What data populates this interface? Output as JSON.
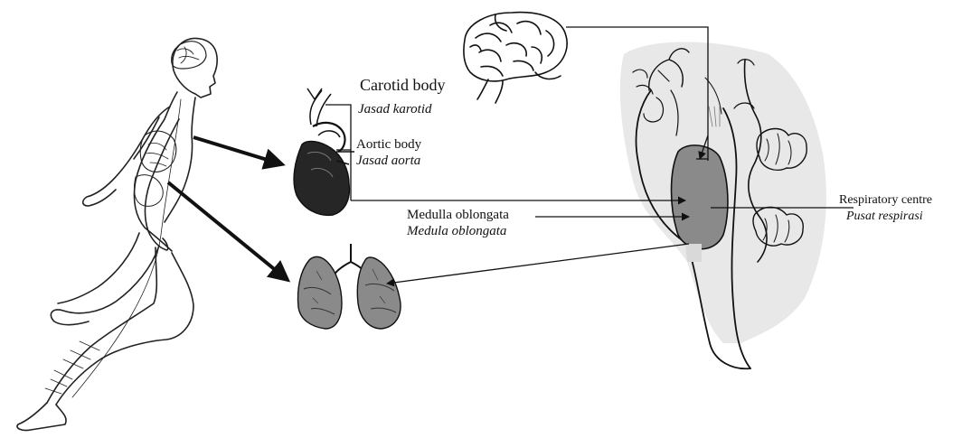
{
  "labels": {
    "carotid_body": "Carotid body",
    "carotid_body_malay": "Jasad karotid",
    "aortic_body": "Aortic body",
    "aortic_body_malay": "Jasad aorta",
    "medulla": "Medulla oblongata",
    "medulla_malay": "Medula oblongata",
    "respiratory_centre": "Respiratory centre",
    "respiratory_centre_malay": "Pusat respirasi"
  }
}
